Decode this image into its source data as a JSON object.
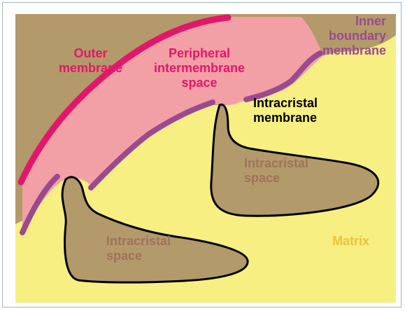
{
  "colors": {
    "outer_membrane": "#e2176b",
    "intermembrane_space": "#f2a0a6",
    "cytoplasm_tan": "#b39a6a",
    "matrix": "#f7ef82",
    "inner_membrane": "#9b4a8f",
    "intracristal_outline": "#000000"
  },
  "labels": {
    "outer_membrane": [
      "Outer",
      "membrane"
    ],
    "peripheral_space": [
      "Peripheral",
      "intermembrane",
      "space"
    ],
    "inner_boundary": [
      "Inner",
      "boundary",
      "membrane"
    ],
    "intracristal_membrane": [
      "Intracristal",
      "membrane"
    ],
    "intracristal_space_upper": [
      "Intracristal",
      "space"
    ],
    "intracristal_space_lower": [
      "Intracristal",
      "space"
    ],
    "matrix": "Matrix"
  }
}
